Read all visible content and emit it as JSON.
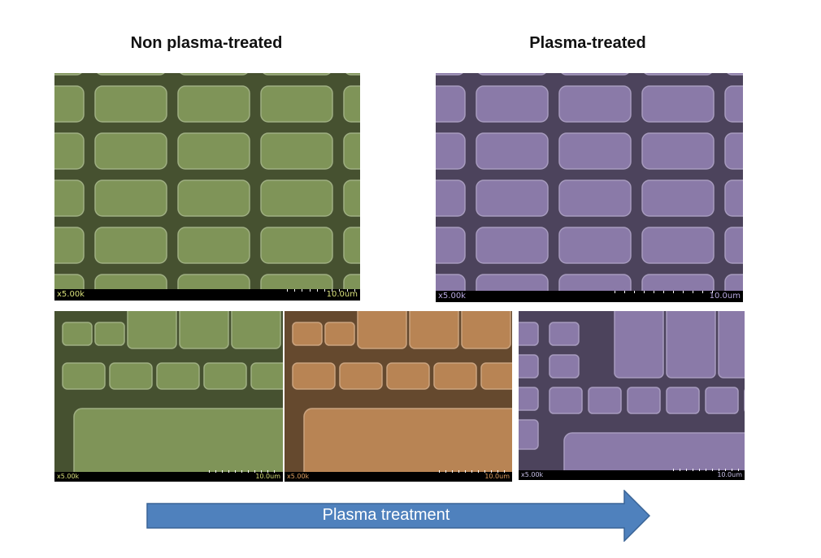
{
  "headings": {
    "left": "Non plasma-treated",
    "right": "Plasma-treated"
  },
  "images": {
    "top_left": {
      "magnification": "x5.00k",
      "scale": "10.0um",
      "tint": "#7f9458",
      "label_color": "#d8e07a"
    },
    "top_right": {
      "magnification": "x5.00k",
      "scale": "10.0um",
      "tint": "#8a7aa8",
      "label_color": "#b8a8e0"
    },
    "bottom_left": {
      "magnification": "x5.00k",
      "scale": "10.0um",
      "tint": "#7f9458",
      "label_color": "#d8e07a"
    },
    "bottom_middle": {
      "magnification": "x5.00k",
      "scale": "10.0um",
      "tint": "#b88454",
      "label_color": "#e0a060"
    },
    "bottom_right": {
      "magnification": "x5.00k",
      "scale": "10.0um",
      "tint": "#8a7aa8",
      "label_color": "#c8c0e8"
    }
  },
  "arrow": {
    "label": "Plasma treatment",
    "color": "#4f81bd"
  }
}
